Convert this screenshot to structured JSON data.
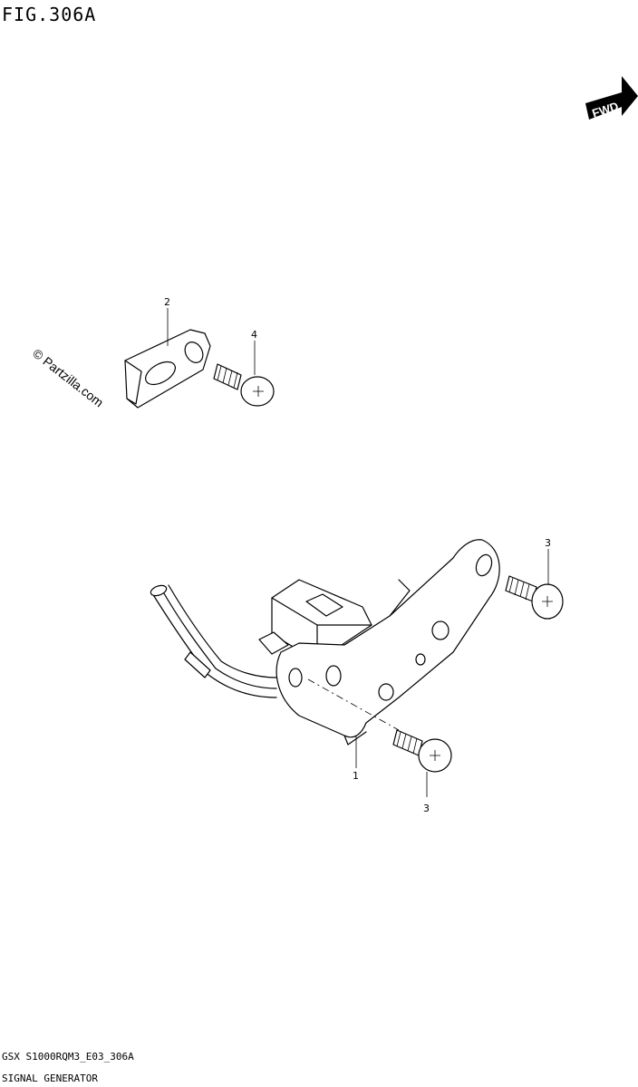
{
  "figure": {
    "title": "FIG.306A"
  },
  "direction_badge": {
    "label": "FWD",
    "icon": "forward-arrow-icon"
  },
  "watermark": {
    "text": "© Partzilla.com"
  },
  "callouts": {
    "signal_generator": "1",
    "plate": "2",
    "screw_upper_right": "3",
    "screw_lower": "3",
    "screw_plate": "4"
  },
  "footer": {
    "code": "GSX S1000RQM3_E03_306A",
    "name": "SIGNAL GENERATOR"
  }
}
